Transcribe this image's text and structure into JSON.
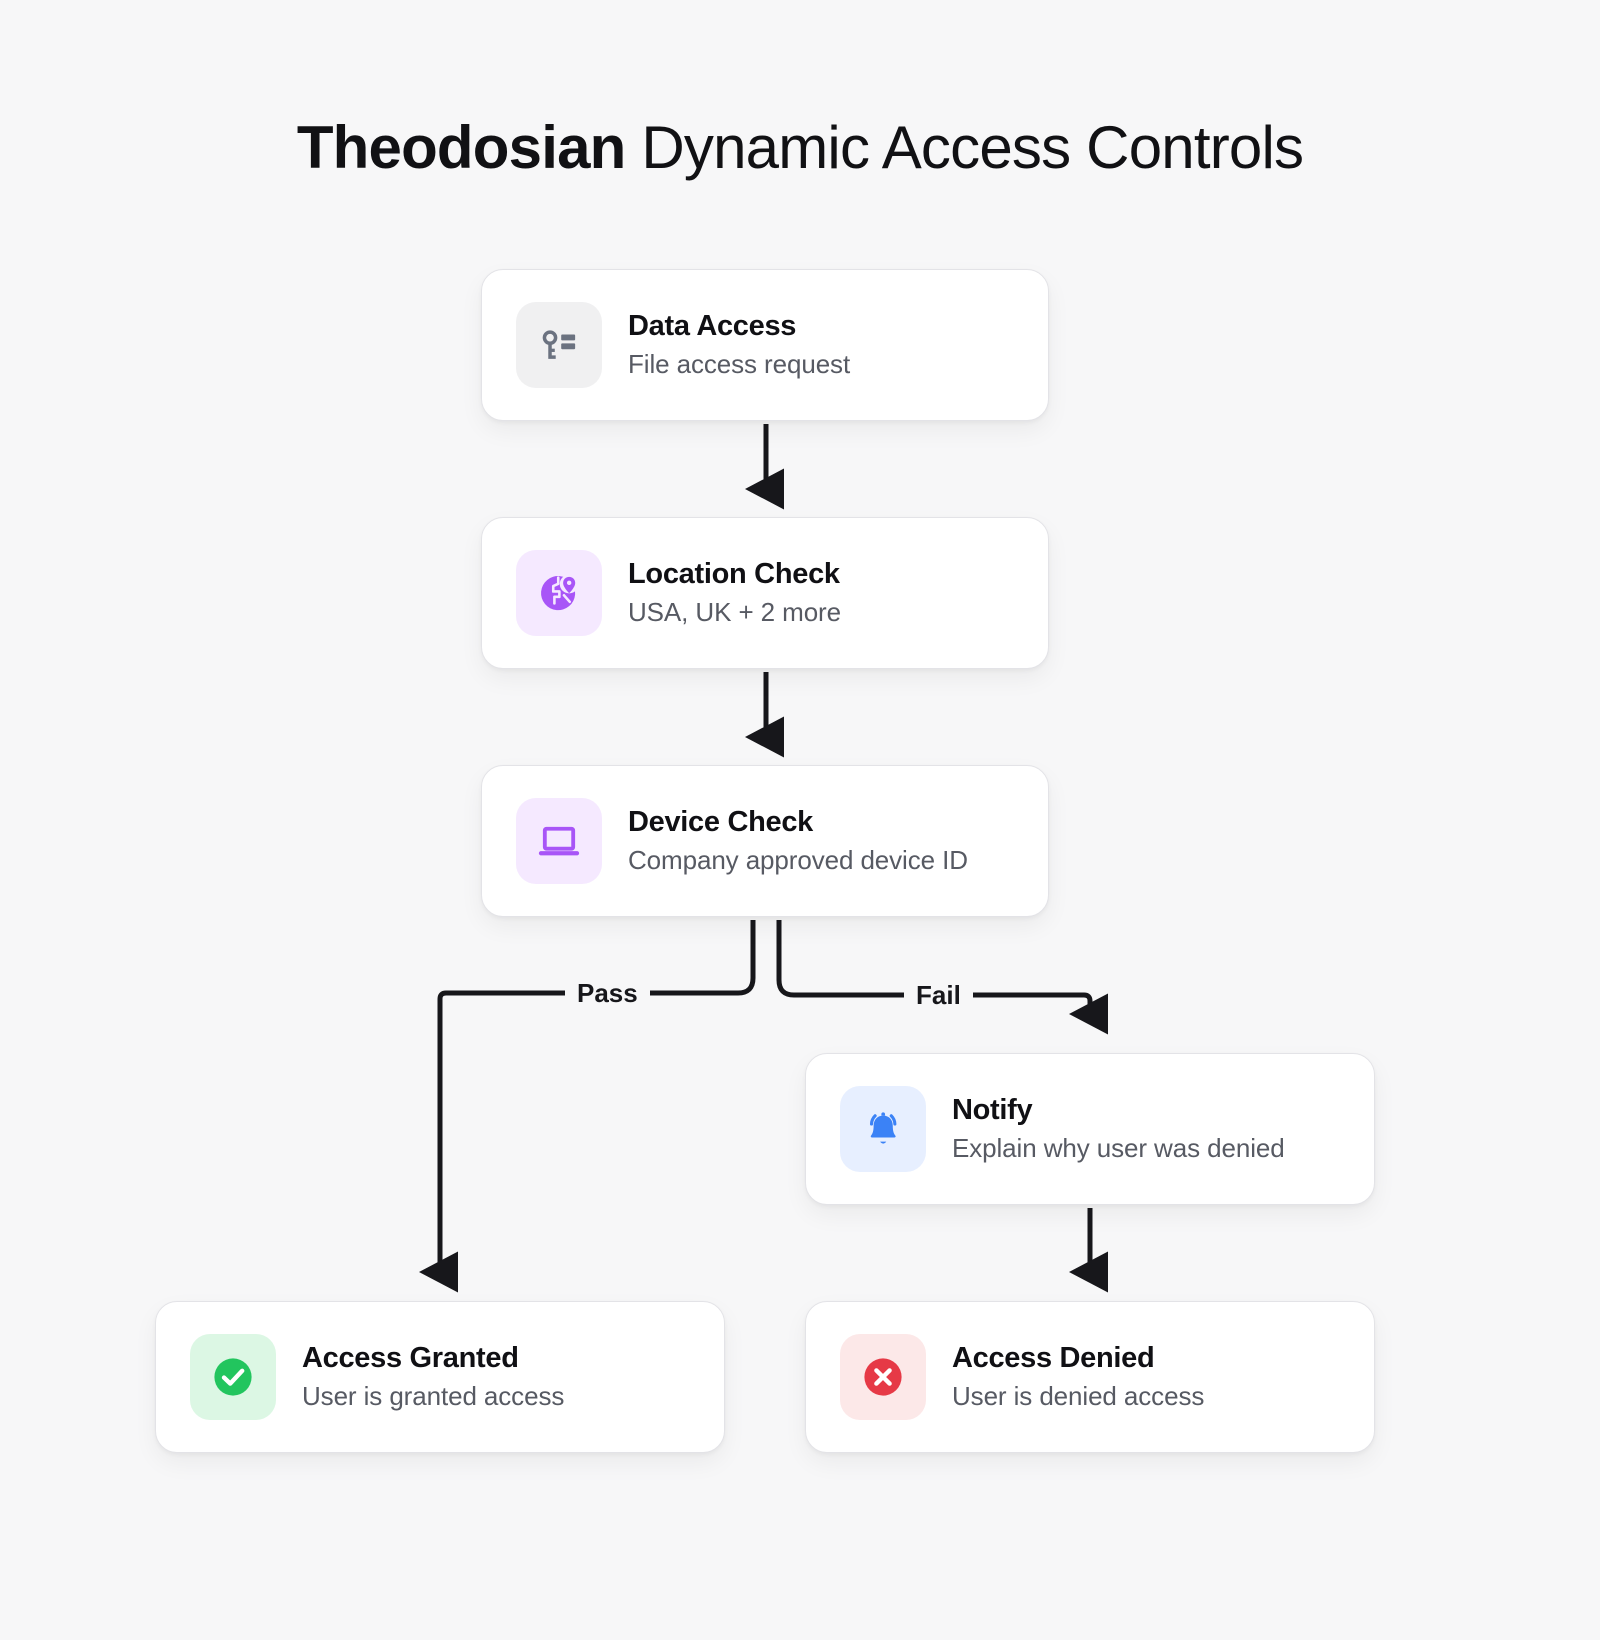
{
  "title": {
    "brand": "Theodosian",
    "rest": " Dynamic Access Controls"
  },
  "colors": {
    "background": "#f7f7f8",
    "card_bg": "#ffffff",
    "card_border": "#e3e3e7",
    "title_text": "#111114",
    "subtitle_text": "#575a63",
    "connector": "#17171b",
    "purple_accent": "#a855f7",
    "purple_tint": "#f5e9ff",
    "gray_accent": "#6b7280",
    "gray_tint": "#f0f0f1",
    "blue_accent": "#3b82f6",
    "blue_tint": "#e7efff",
    "green_accent": "#22c55e",
    "green_tint": "#dcf7e4",
    "red_accent": "#e63946",
    "red_tint": "#fce8e8"
  },
  "nodes": {
    "data_access": {
      "title": "Data Access",
      "subtitle": "File access request",
      "icon": "key-icon"
    },
    "location_check": {
      "title": "Location Check",
      "subtitle": "USA, UK + 2 more",
      "icon": "globe-pin-icon"
    },
    "device_check": {
      "title": "Device Check",
      "subtitle": "Company approved device ID",
      "icon": "laptop-icon"
    },
    "notify": {
      "title": "Notify",
      "subtitle": "Explain why user was denied",
      "icon": "bell-icon"
    },
    "access_granted": {
      "title": "Access Granted",
      "subtitle": "User is granted access",
      "icon": "check-circle-icon"
    },
    "access_denied": {
      "title": "Access Denied",
      "subtitle": "User is denied access",
      "icon": "x-circle-icon"
    }
  },
  "edges": {
    "pass_label": "Pass",
    "fail_label": "Fail"
  }
}
